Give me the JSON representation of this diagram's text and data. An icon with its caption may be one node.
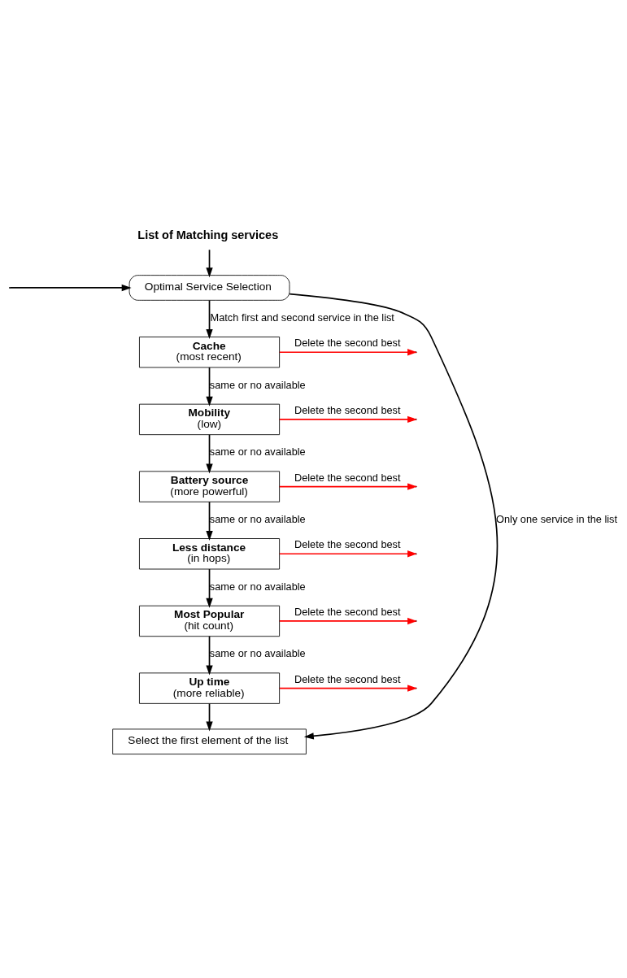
{
  "diagram": {
    "nodes": [
      {
        "text": [
          "List of Matching services"
        ]
      },
      {
        "text": [
          "Optimal Service Selection"
        ]
      },
      {
        "text": [
          "Cache",
          "(most recent)"
        ]
      },
      {
        "text": [
          "Mobility",
          "(low)"
        ]
      },
      {
        "text": [
          "Battery source",
          "(more powerful)"
        ]
      },
      {
        "text": [
          "Less distance",
          "(in hops)"
        ]
      },
      {
        "text": [
          "Most Popular",
          "(hit count)"
        ]
      },
      {
        "text": [
          "Up time",
          "(more reliable)"
        ]
      },
      {
        "text": [
          "Select the first element of the list"
        ]
      }
    ],
    "edges": [
      {
        "from": 0,
        "to": 1,
        "arrow": "to"
      },
      {
        "from": null,
        "to": 1,
        "arrow": "to"
      },
      {
        "from": 1,
        "to": 8,
        "arrow": "to",
        "label": "Only one service in the list"
      },
      {
        "from": 1,
        "to": 2,
        "arrow": "to",
        "label": "Match first and second service in the list"
      },
      {
        "from": 2,
        "to": null,
        "arrow": "to",
        "label": "Delete the second best",
        "color": "#ff0000"
      },
      {
        "from": 2,
        "to": 3,
        "arrow": "to",
        "label": "same or no available"
      },
      {
        "from": 3,
        "to": null,
        "arrow": "to",
        "label": "Delete the second best",
        "color": "#ff0000"
      },
      {
        "from": 3,
        "to": 4,
        "arrow": "to",
        "label": "same or no available"
      },
      {
        "from": 4,
        "to": null,
        "arrow": "to",
        "label": "Delete the second best",
        "color": "#ff0000"
      },
      {
        "from": 4,
        "to": 5,
        "arrow": "to",
        "label": "same or no available"
      },
      {
        "from": 5,
        "to": null,
        "arrow": "to",
        "label": "Delete the second best",
        "color": "#ff0000"
      },
      {
        "from": 5,
        "to": 6,
        "arrow": "to",
        "label": "same or no available"
      },
      {
        "from": 6,
        "to": null,
        "arrow": "to",
        "label": "Delete the second best",
        "color": "#ff0000"
      },
      {
        "from": 6,
        "to": 7,
        "arrow": "to",
        "label": "same or no available"
      },
      {
        "from": 7,
        "to": null,
        "arrow": "to",
        "label": "Delete the second best",
        "color": "#ff0000"
      },
      {
        "from": 7,
        "to": 8,
        "arrow": "to"
      }
    ]
  }
}
